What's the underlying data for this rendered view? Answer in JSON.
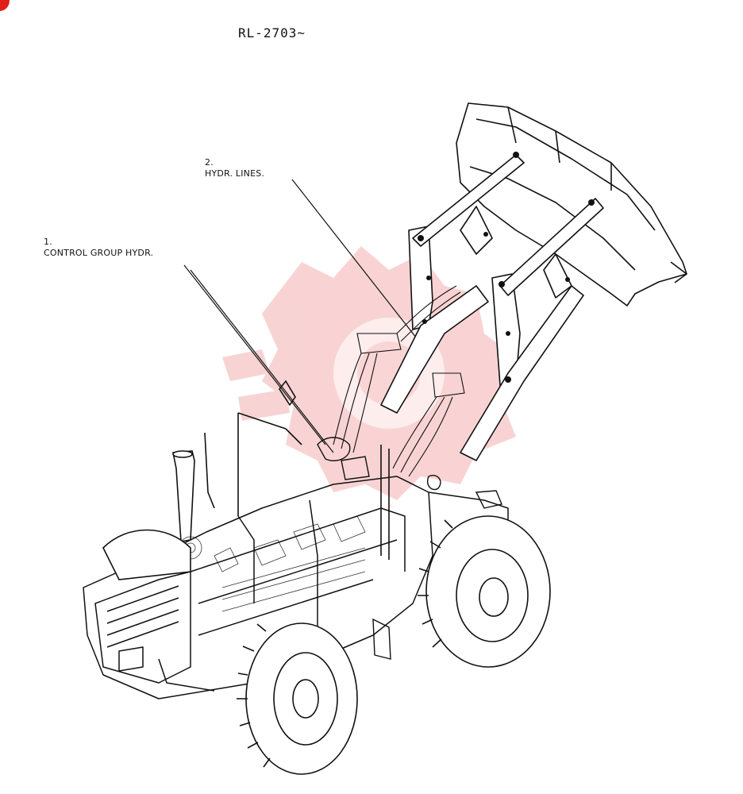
{
  "page_title": "RL-2703~",
  "callouts": [
    {
      "number": "1.",
      "text": "CONTROL GROUP HYDR."
    },
    {
      "number": "2.",
      "text": "HYDR. LINES."
    }
  ],
  "colors": {
    "ink": "#111111",
    "watermark": "#f3a8a8",
    "corner_mark": "#e0201b"
  },
  "icons": {
    "watermark": "gear-logo-watermark-icon",
    "corner": "red-corner-dot-icon"
  }
}
